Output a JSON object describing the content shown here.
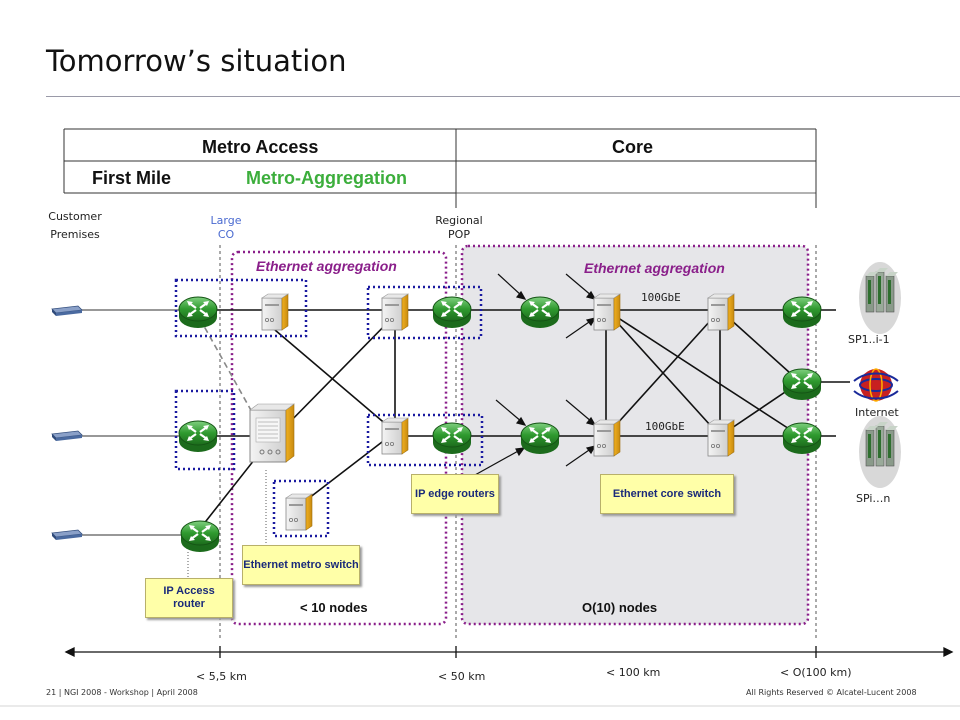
{
  "title": "Tomorrow’s situation",
  "header": {
    "metro_access": "Metro Access",
    "core": "Core",
    "first_mile": "First Mile",
    "metro_aggregation": "Metro-Aggregation"
  },
  "locations": {
    "customer_premises": "Customer Premises",
    "large_co": "Large CO",
    "regional_pop": "Regional POP"
  },
  "regions": {
    "eth_agg_left": "Ethernet aggregation",
    "eth_agg_right": "Ethernet aggregation",
    "nodes_left": "< 10 nodes",
    "nodes_right": "O(10) nodes"
  },
  "links": {
    "top_100g": "100GbE",
    "bottom_100g": "100GbE"
  },
  "callouts": {
    "ip_access_router": "IP Access router",
    "ethernet_metro_switch": "Ethernet metro switch",
    "ip_edge_routers": "IP edge routers",
    "ethernet_core_switch": "Ethernet core switch"
  },
  "providers": {
    "sp_top": "SP1..i-1",
    "internet": "Internet",
    "sp_bottom": "SPi…n"
  },
  "distances": {
    "d1": "< 5,5 km",
    "d2": "< 50 km",
    "d3": "< 100 km",
    "d4": "< O(100 km)"
  },
  "footer": {
    "left": "21 | NGI 2008 - Workshop | April 2008",
    "right": "All Rights Reserved © Alcatel-Lucent 2008"
  },
  "colors": {
    "router_green": "#2f9a2f",
    "purple_border": "#8a1f8a",
    "blue_dotted": "#1a1aa0",
    "callout_fill": "#ffffa8",
    "metro_agg_text": "#3cae3c"
  }
}
